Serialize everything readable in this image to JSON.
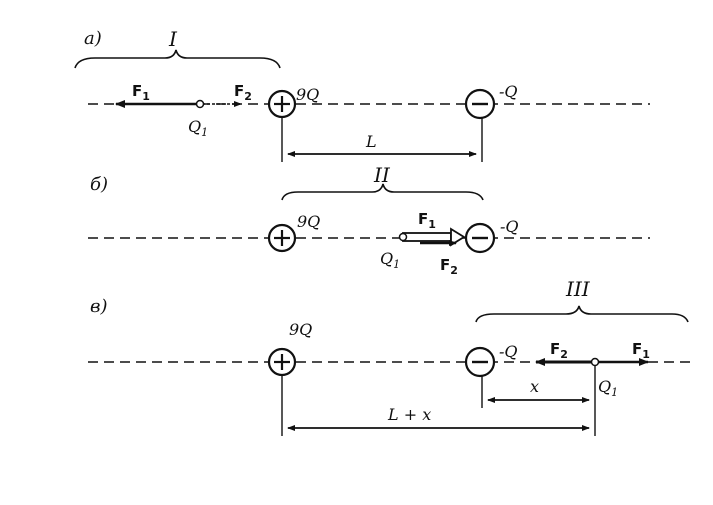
{
  "diagram": {
    "panels": [
      {
        "panel_label": "а)",
        "region_label": "I",
        "charge_left_label": "9Q",
        "charge_right_label": "-Q",
        "test_charge_label": "Q",
        "test_charge_sub": "1",
        "force_left": "F",
        "force_left_sub": "1",
        "force_right": "F",
        "force_right_sub": "2",
        "distance_label": "L"
      },
      {
        "panel_label": "б)",
        "region_label": "II",
        "charge_left_label": "9Q",
        "charge_right_label": "-Q",
        "test_charge_label": "Q",
        "test_charge_sub": "1",
        "force_top": "F",
        "force_top_sub": "1",
        "force_bottom": "F",
        "force_bottom_sub": "2"
      },
      {
        "panel_label": "в)",
        "region_label": "III",
        "charge_left_label": "9Q",
        "charge_right_label": "-Q",
        "test_charge_label": "Q",
        "test_charge_sub": "1",
        "force_left": "F",
        "force_left_sub": "2",
        "force_right": "F",
        "force_right_sub": "1",
        "distance_x_label": "x",
        "distance_total_label": "L + x"
      }
    ],
    "symbols": {
      "plus": "+",
      "minus": "−"
    }
  }
}
